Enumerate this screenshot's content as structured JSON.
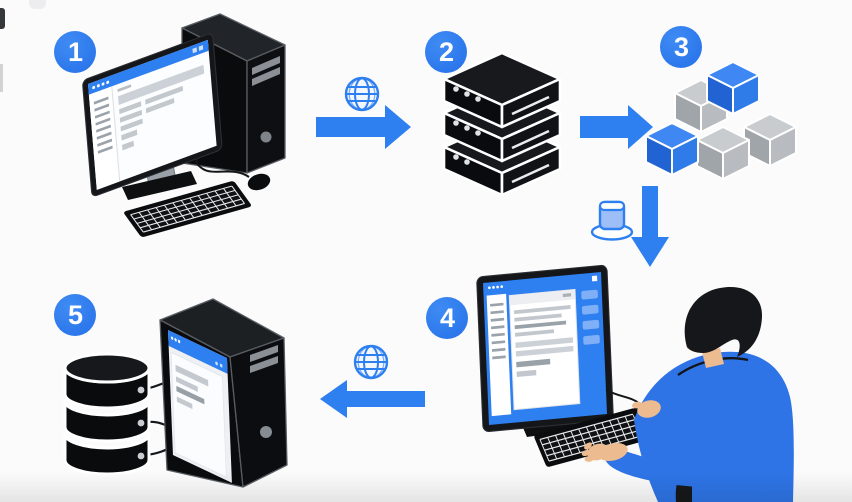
{
  "diagram": {
    "type": "flow",
    "background_color": "#fbfbfb",
    "accent_color": "#2e7ff0",
    "black_color": "#0c0d10",
    "gray_color": "#b0b5ba",
    "skin_color": "#ecbb90",
    "steps": [
      {
        "number": "1",
        "icon": "desktop-computer-icon"
      },
      {
        "number": "2",
        "icon": "server-stack-icon"
      },
      {
        "number": "3",
        "icon": "cubes-blocks-icon"
      },
      {
        "number": "4",
        "icon": "user-workstation-icon"
      },
      {
        "number": "5",
        "icon": "database-server-icon"
      }
    ],
    "connectors": [
      {
        "from": "1",
        "to": "2",
        "direction": "right",
        "overlay_icon": "globe-icon"
      },
      {
        "from": "2",
        "to": "3",
        "direction": "right",
        "overlay_icon": null
      },
      {
        "from": "3",
        "to": "4",
        "direction": "down",
        "overlay_icon": "package-deploy-icon"
      },
      {
        "from": "4",
        "to": "5",
        "direction": "left",
        "overlay_icon": "globe-icon"
      }
    ]
  }
}
